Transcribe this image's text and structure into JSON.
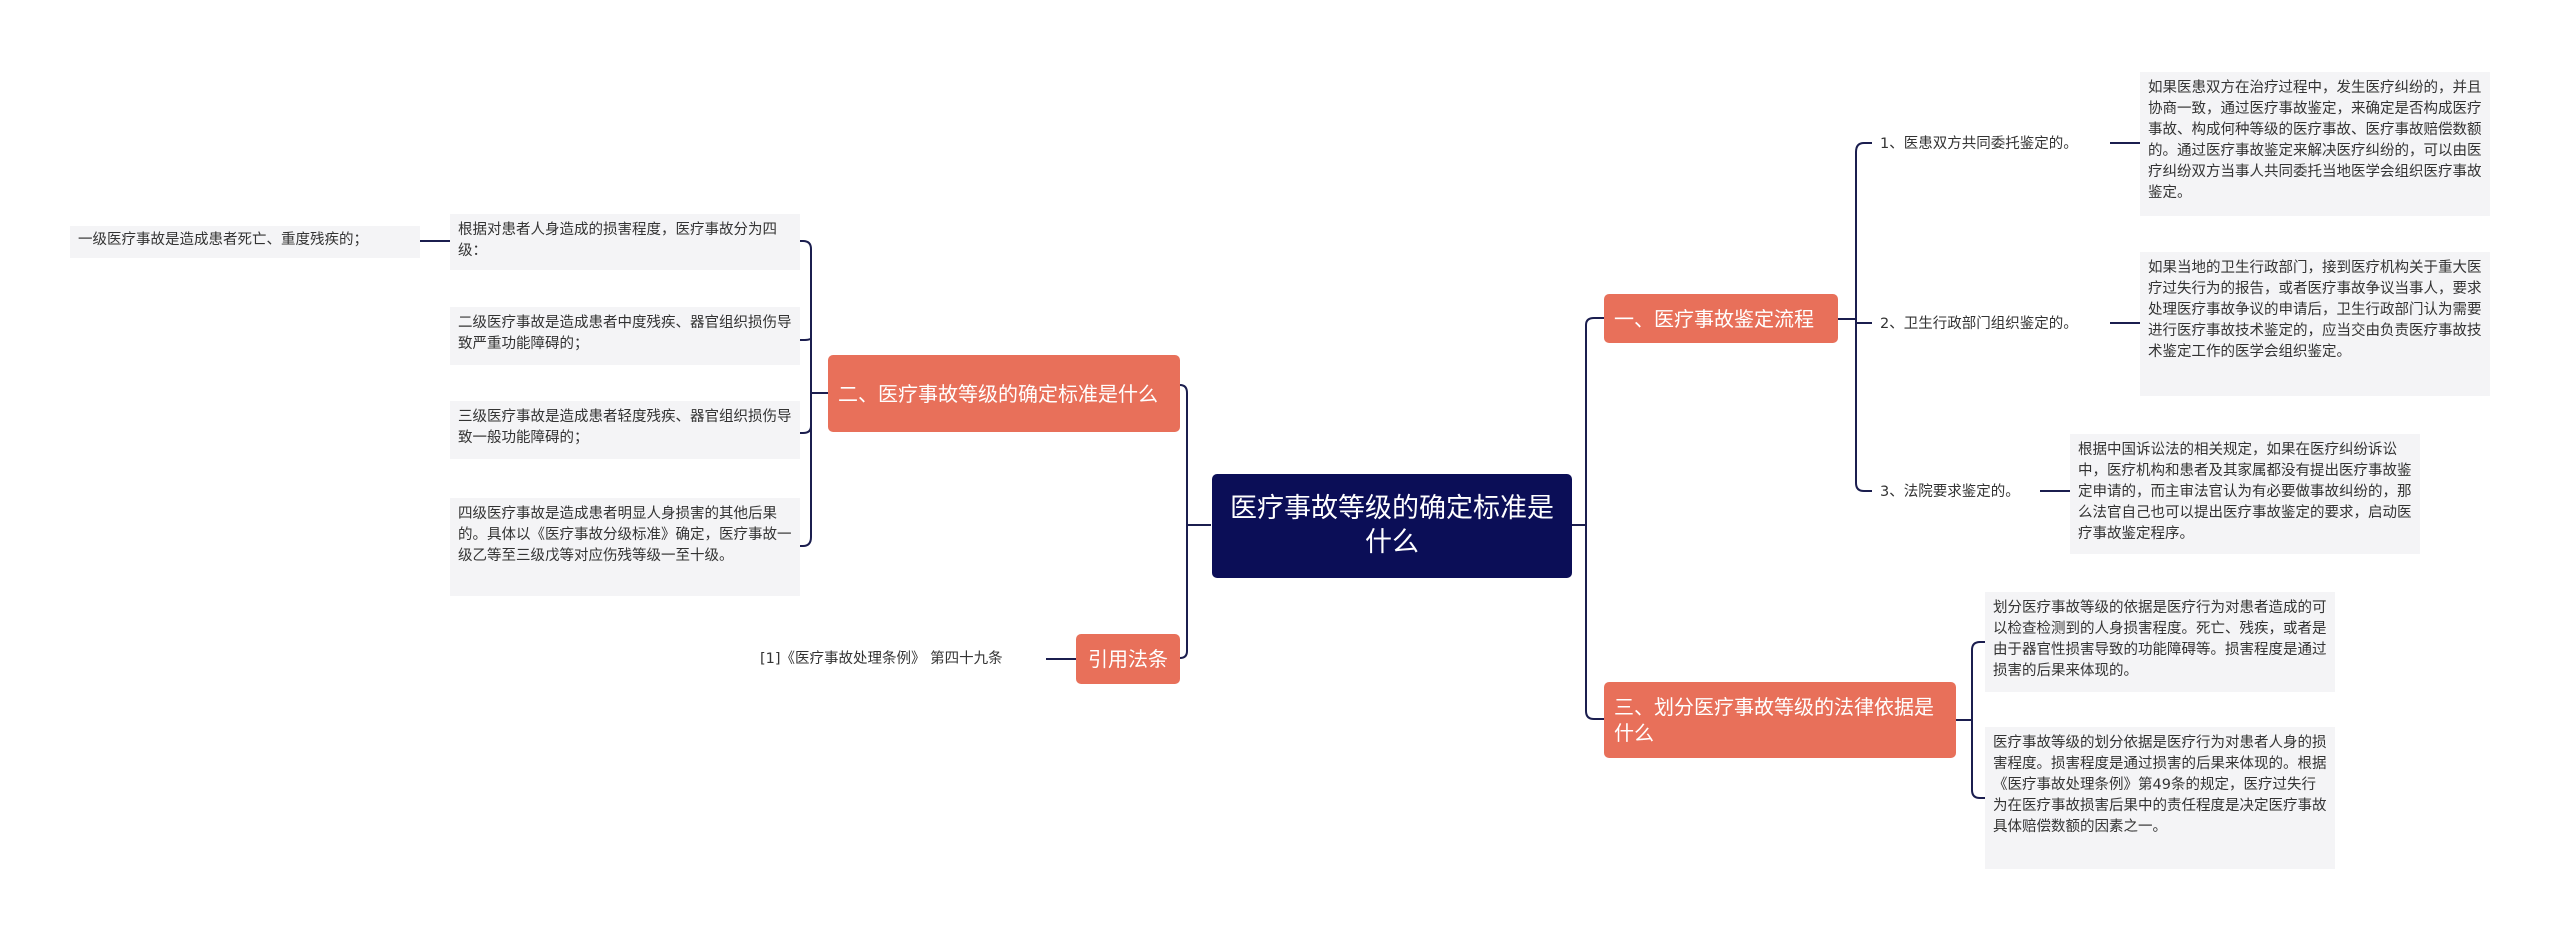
{
  "root": {
    "title": "医疗事故等级的确定标准是什么"
  },
  "left": {
    "grades": {
      "title": "二、医疗事故等级的确定标准是什么",
      "intro": "根据对患者人身造成的损害程度，医疗事故分为四级：",
      "intro_child": "一级医疗事故是造成患者死亡、重度残疾的；",
      "items": [
        "二级医疗事故是造成患者中度残疾、器官组织损伤导致严重功能障碍的；",
        "三级医疗事故是造成患者轻度残疾、器官组织损伤导致一般功能障碍的；",
        "四级医疗事故是造成患者明显人身损害的其他后果的。具体以《医疗事故分级标准》确定，医疗事故一级乙等至三级戊等对应伤残等级一至十级。"
      ]
    },
    "citation": {
      "title": "引用法条",
      "item": "[1]《医疗事故处理条例》 第四十九条"
    }
  },
  "right": {
    "process": {
      "title": "一、医疗事故鉴定流程",
      "items": [
        {
          "label": "1、医患双方共同委托鉴定的。",
          "detail": "如果医患双方在治疗过程中，发生医疗纠纷的，并且协商一致，通过医疗事故鉴定，来确定是否构成医疗事故、构成何种等级的医疗事故、医疗事故赔偿数额的。通过医疗事故鉴定来解决医疗纠纷的，可以由医疗纠纷双方当事人共同委托当地医学会组织医疗事故鉴定。"
        },
        {
          "label": "2、卫生行政部门组织鉴定的。",
          "detail": "如果当地的卫生行政部门，接到医疗机构关于重大医疗过失行为的报告，或者医疗事故争议当事人，要求处理医疗事故争议的申请后，卫生行政部门认为需要进行医疗事故技术鉴定的，应当交由负责医疗事故技术鉴定工作的医学会组织鉴定。"
        },
        {
          "label": "3、法院要求鉴定的。",
          "detail": "根据中国诉讼法的相关规定，如果在医疗纠纷诉讼中，医疗机构和患者及其家属都没有提出医疗事故鉴定申请的，而主审法官认为有必要做事故纠纷的，那么法官自己也可以提出医疗事故鉴定的要求，启动医疗事故鉴定程序。"
        }
      ]
    },
    "basis": {
      "title": "三、划分医疗事故等级的法律依据是什么",
      "items": [
        "划分医疗事故等级的依据是医疗行为对患者造成的可以检查检测到的人身损害程度。死亡、残疾，或者是由于器官性损害导致的功能障碍等。损害程度是通过损害的后果来体现的。",
        "医疗事故等级的划分依据是医疗行为对患者人身的损害程度。损害程度是通过损害的后果来体现的。根据《医疗事故处理条例》第49条的规定，医疗过失行为在医疗事故损害后果中的责任程度是决定医疗事故具体赔偿数额的因素之一。"
      ]
    }
  },
  "colors": {
    "root_bg": "#0b0e57",
    "branch_bg": "#e8705a",
    "leaf_bg": "#f4f4f6",
    "line": "#1b1e4f",
    "text": "#333333"
  }
}
